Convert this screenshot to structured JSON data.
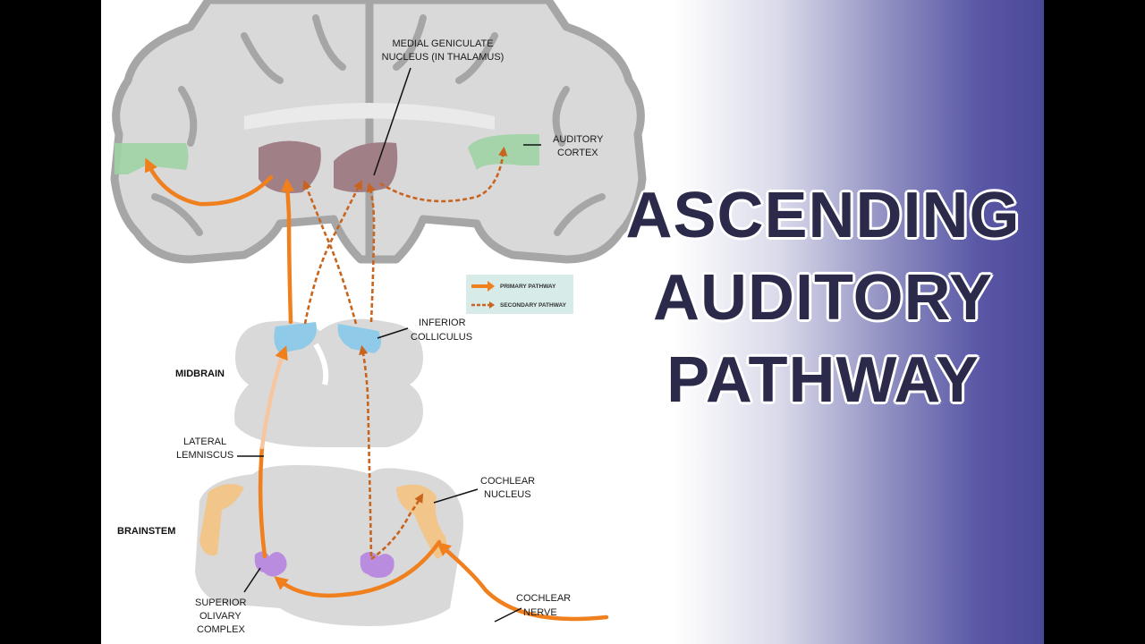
{
  "title": {
    "line1": "ASCENDING",
    "line2": "AUDITORY",
    "line3": "PATHWAY"
  },
  "labels": {
    "mgn_1": "MEDIAL GENICULATE",
    "mgn_2": "NUCLEUS (IN THALAMUS)",
    "auditory_cortex_1": "AUDITORY",
    "auditory_cortex_2": "CORTEX",
    "inferior_colliculus_1": "INFERIOR",
    "inferior_colliculus_2": "COLLICULUS",
    "midbrain": "MIDBRAIN",
    "lateral_lemniscus_1": "LATERAL",
    "lateral_lemniscus_2": "LEMNISCUS",
    "cochlear_nucleus_1": "COCHLEAR",
    "cochlear_nucleus_2": "NUCLEUS",
    "brainstem": "BRAINSTEM",
    "soc_1": "SUPERIOR",
    "soc_2": "OLIVARY",
    "soc_3": "COMPLEX",
    "cochlear_nerve_1": "COCHLEAR",
    "cochlear_nerve_2": "NERVE"
  },
  "legend": {
    "primary": "PRIMARY PATHWAY",
    "secondary": "SECONDARY PATHWAY"
  },
  "colors": {
    "primary_pathway": "#f07f1e",
    "secondary_pathway": "#c8641e",
    "brain_gray": "#d9d9d9",
    "brain_outline": "#a6a6a6",
    "thalamus_nucleus": "#a17f86",
    "auditory_cortex": "#9fd3a4",
    "inferior_colliculus": "#8fcbe8",
    "cochlear_nucleus": "#f2c58a",
    "olivary_complex": "#b98ce0",
    "title_text": "#2b2a4a"
  }
}
